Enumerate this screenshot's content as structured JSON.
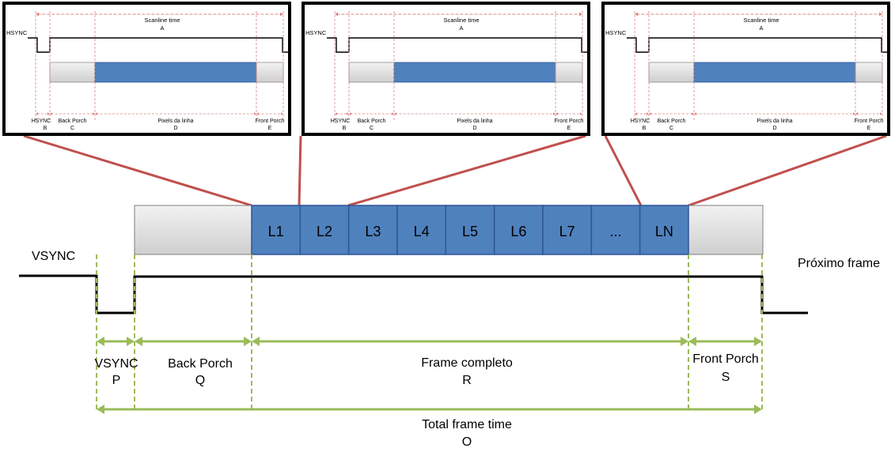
{
  "zoom_panels": [
    {
      "signal": "HSYNC",
      "scanline_label": "Scanline time",
      "scanline_letter": "A",
      "segments": [
        {
          "name": "HSYNC",
          "letter": "B"
        },
        {
          "name": "Back Porch",
          "letter": "C"
        },
        {
          "name": "Pixels da linha",
          "letter": "D"
        },
        {
          "name": "Front Porch",
          "letter": "E"
        }
      ]
    },
    {
      "signal": "HSYNC",
      "scanline_label": "Scanline time",
      "scanline_letter": "A",
      "segments": [
        {
          "name": "HSYNC",
          "letter": "B"
        },
        {
          "name": "Back Porch",
          "letter": "C"
        },
        {
          "name": "Pixels da linha",
          "letter": "D"
        },
        {
          "name": "Front Porch",
          "letter": "E"
        }
      ]
    },
    {
      "signal": "HSYNC",
      "scanline_label": "Scanline time",
      "scanline_letter": "A",
      "segments": [
        {
          "name": "HSYNC",
          "letter": "B"
        },
        {
          "name": "Back Porch",
          "letter": "C"
        },
        {
          "name": "Pixels da linha",
          "letter": "D"
        },
        {
          "name": "Front Porch",
          "letter": "E"
        }
      ]
    }
  ],
  "frame_lines": [
    "L1",
    "L2",
    "L3",
    "L4",
    "L5",
    "L6",
    "L7",
    "...",
    "LN"
  ],
  "vsync_label": "VSYNC",
  "next_frame_label": "Próximo frame",
  "intervals": [
    {
      "name": "VSYNC",
      "letter": "P"
    },
    {
      "name": "Back Porch",
      "letter": "Q"
    },
    {
      "name": "Frame completo",
      "letter": "R"
    },
    {
      "name": "Front Porch",
      "letter": "S"
    }
  ],
  "total": {
    "name": "Total frame time",
    "letter": "O"
  },
  "colors": {
    "line_blue": "#4f81bd",
    "line_border": "#2f5597",
    "porch_gray": "#d9d9d9",
    "callout_red": "#c0504d",
    "dim_green": "#9bbb59",
    "panel_dim_red": "#e08080"
  }
}
